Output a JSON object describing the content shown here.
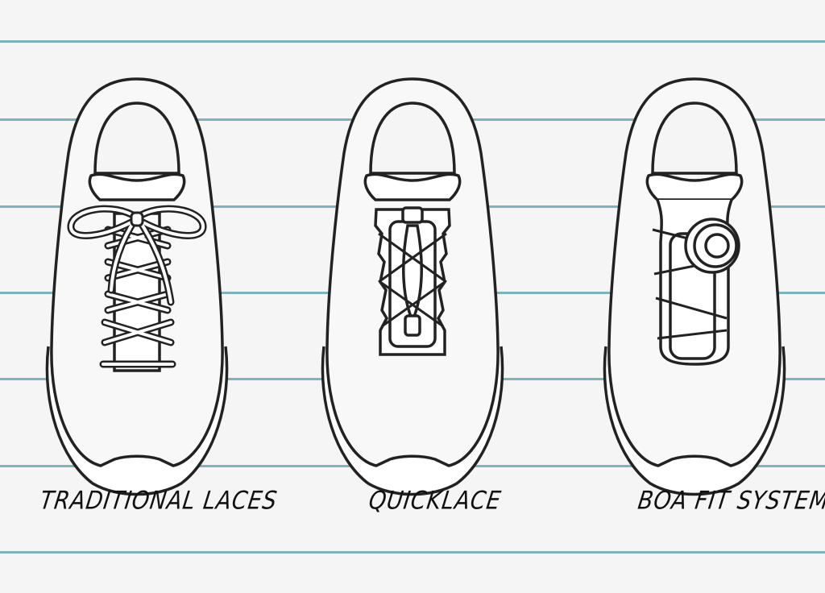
{
  "diagram": {
    "title": "",
    "background_color": "#f5f5f5",
    "rule_color": "#7fb2bd",
    "stroke_color": "#222222",
    "rule_lines_y": [
      51,
      148,
      256,
      363,
      470,
      578,
      685
    ],
    "items": [
      {
        "id": "traditional",
        "label": "TRADITIONAL LACES",
        "icon": "shoe-traditional-laces-icon"
      },
      {
        "id": "quicklace",
        "label": "QUICKLACE",
        "icon": "shoe-quicklace-icon"
      },
      {
        "id": "boa",
        "label": "BOA FIT SYSTEM",
        "icon": "shoe-boa-fit-system-icon"
      }
    ]
  }
}
